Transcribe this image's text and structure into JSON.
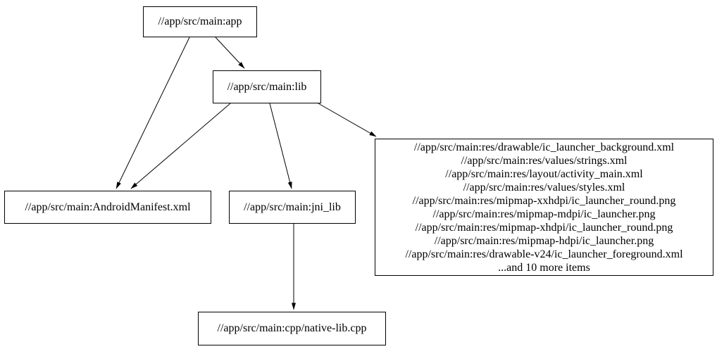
{
  "graph": {
    "background_color": "#ffffff",
    "node_border_color": "#000000",
    "text_color": "#000000",
    "edge_color": "#000000",
    "nodes": {
      "app": {
        "label": "//app/src/main:app"
      },
      "lib": {
        "label": "//app/src/main:lib"
      },
      "android_manifest": {
        "label": "//app/src/main:AndroidManifest.xml"
      },
      "jni_lib": {
        "label": "//app/src/main:jni_lib"
      },
      "res_files": {
        "lines": [
          "//app/src/main:res/drawable/ic_launcher_background.xml",
          "//app/src/main:res/values/strings.xml",
          "//app/src/main:res/layout/activity_main.xml",
          "//app/src/main:res/values/styles.xml",
          "//app/src/main:res/mipmap-xxhdpi/ic_launcher_round.png",
          "//app/src/main:res/mipmap-mdpi/ic_launcher.png",
          "//app/src/main:res/mipmap-xhdpi/ic_launcher_round.png",
          "//app/src/main:res/mipmap-hdpi/ic_launcher.png",
          "//app/src/main:res/drawable-v24/ic_launcher_foreground.xml",
          "...and 10 more items"
        ]
      },
      "native_lib": {
        "label": "//app/src/main:cpp/native-lib.cpp"
      }
    },
    "edges": [
      {
        "from": "//app/src/main:app",
        "to": "//app/src/main:lib"
      },
      {
        "from": "//app/src/main:app",
        "to": "//app/src/main:AndroidManifest.xml"
      },
      {
        "from": "//app/src/main:lib",
        "to": "//app/src/main:AndroidManifest.xml"
      },
      {
        "from": "//app/src/main:lib",
        "to": "//app/src/main:jni_lib"
      },
      {
        "from": "//app/src/main:lib",
        "to": "//app/src/main:res_files"
      },
      {
        "from": "//app/src/main:jni_lib",
        "to": "//app/src/main:cpp/native-lib.cpp"
      }
    ]
  }
}
